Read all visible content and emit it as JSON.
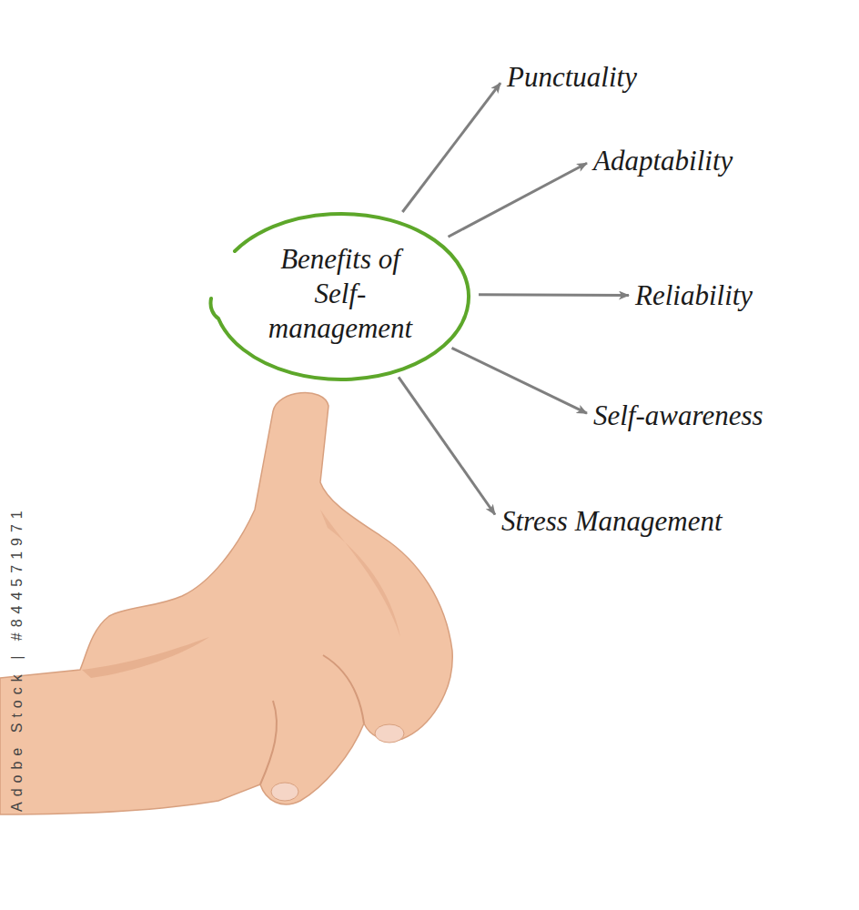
{
  "diagram": {
    "nodes": [
      {
        "text": [
          "Benefits of Self- management"
        ]
      },
      {
        "text": [
          "Punctuality"
        ]
      },
      {
        "text": [
          "Adaptability"
        ]
      },
      {
        "text": [
          "Reliability"
        ]
      },
      {
        "text": [
          "Self-awareness"
        ]
      },
      {
        "text": [
          "Stress Management"
        ]
      }
    ],
    "edges": [
      {
        "from": 0,
        "to": 1,
        "arrow": "to"
      },
      {
        "from": 0,
        "to": 2,
        "arrow": "to"
      },
      {
        "from": 0,
        "to": 3,
        "arrow": "to"
      },
      {
        "from": 0,
        "to": 4,
        "arrow": "to"
      },
      {
        "from": 0,
        "to": 5,
        "arrow": "to"
      }
    ],
    "labels": [
      "Adobe Stock | #844571971"
    ]
  }
}
